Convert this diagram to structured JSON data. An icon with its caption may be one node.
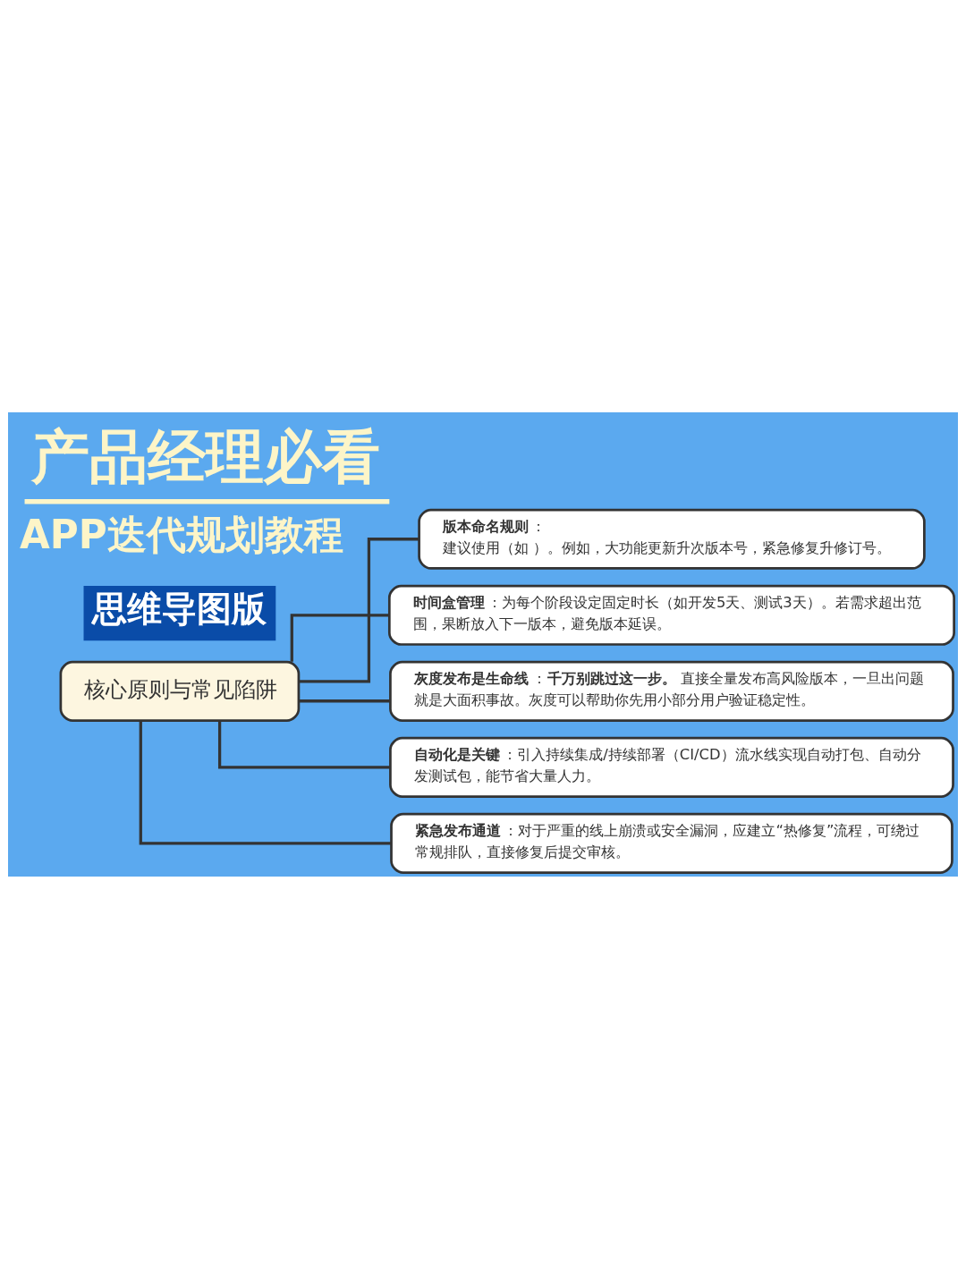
{
  "diagram": {
    "title": "产品经理必看",
    "nodes": [
      {
        "text": [
          "核心原则与常见陷阱"
        ]
      },
      {
        "text": [
          "**版本命名规则**：",
          "建议使用（如 ）。例如，大功能更新升次版本号，紧急修复升修订号。"
        ]
      },
      {
        "text": [
          "**时间盒管理**：为每个阶段设定固定时长（如开发5天、测试3天）。若需求超出范围，果断放入下一版本，避免版本延误。"
        ]
      },
      {
        "text": [
          "**灰度发布是生命线**：**千万别跳过这一步。**直接全量发布高风险版本，一旦出问题就是大面积事故。灰度可以帮助你先用小部分用户验证稳定性。"
        ]
      },
      {
        "text": [
          "**自动化是关键**：引入持续集成/持续部署（CI/CD）流水线实现自动打包、自动分发测试包，能节省大量人力。"
        ]
      },
      {
        "text": [
          "**紧急发布通道**：对于严重的线上崩溃或安全漏洞，应建立“热修复”流程，可绕过常规排队，直接修复后提交审核。"
        ]
      }
    ],
    "edges": [
      {
        "from": 0,
        "to": 1,
        "arrow": "none"
      },
      {
        "from": 0,
        "to": 2,
        "arrow": "none"
      },
      {
        "from": 0,
        "to": 3,
        "arrow": "none"
      },
      {
        "from": 0,
        "to": 4,
        "arrow": "none"
      },
      {
        "from": 0,
        "to": 5,
        "arrow": "none"
      }
    ],
    "labels": [
      "APP迭代规划教程",
      "思维导图版"
    ]
  }
}
